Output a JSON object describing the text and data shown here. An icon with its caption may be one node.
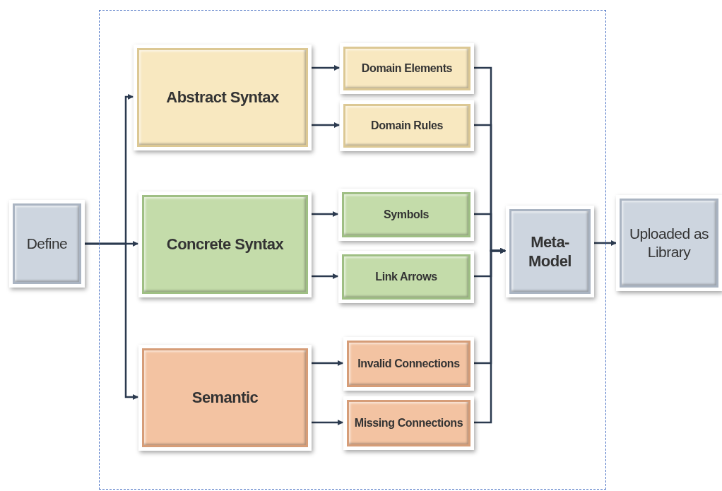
{
  "diagram": {
    "nodes": [
      {
        "text": [],
        "shape": "box"
      },
      {
        "text": [
          "Define"
        ]
      },
      {
        "text": [
          "Abstract Syntax"
        ],
        "in": 0
      },
      {
        "text": [
          "Domain Elements"
        ],
        "in": 0
      },
      {
        "text": [
          "Domain Rules"
        ],
        "in": 0
      },
      {
        "text": [
          "Concrete Syntax"
        ],
        "in": 0
      },
      {
        "text": [
          "Symbols"
        ],
        "in": 0
      },
      {
        "text": [
          "Link Arrows"
        ],
        "in": 0
      },
      {
        "text": [
          "Semantic"
        ],
        "in": 0
      },
      {
        "text": [
          "Invalid Connections"
        ],
        "in": 0
      },
      {
        "text": [
          "Missing Connections"
        ],
        "in": 0
      },
      {
        "text": [
          "Meta-Model"
        ],
        "in": 0
      },
      {
        "text": [
          "Uploaded as Library"
        ]
      }
    ],
    "edges": [
      {
        "from": 1,
        "to": 2,
        "arrow": "to"
      },
      {
        "from": 1,
        "to": 5,
        "arrow": "to"
      },
      {
        "from": 1,
        "to": 8,
        "arrow": "to"
      },
      {
        "from": 2,
        "to": 3,
        "arrow": "to"
      },
      {
        "from": 2,
        "to": 4,
        "arrow": "to"
      },
      {
        "from": 5,
        "to": 6,
        "arrow": "to"
      },
      {
        "from": 5,
        "to": 7,
        "arrow": "to"
      },
      {
        "from": 8,
        "to": 9,
        "arrow": "to"
      },
      {
        "from": 8,
        "to": 10,
        "arrow": "to"
      },
      {
        "from": 3,
        "to": 11,
        "arrow": "to"
      },
      {
        "from": 4,
        "to": 11,
        "arrow": "to"
      },
      {
        "from": 6,
        "to": 11,
        "arrow": "to"
      },
      {
        "from": 7,
        "to": 11,
        "arrow": "to"
      },
      {
        "from": 9,
        "to": 11,
        "arrow": "to"
      },
      {
        "from": 10,
        "to": 11,
        "arrow": "to"
      },
      {
        "from": 11,
        "to": 12,
        "arrow": "to"
      }
    ]
  }
}
